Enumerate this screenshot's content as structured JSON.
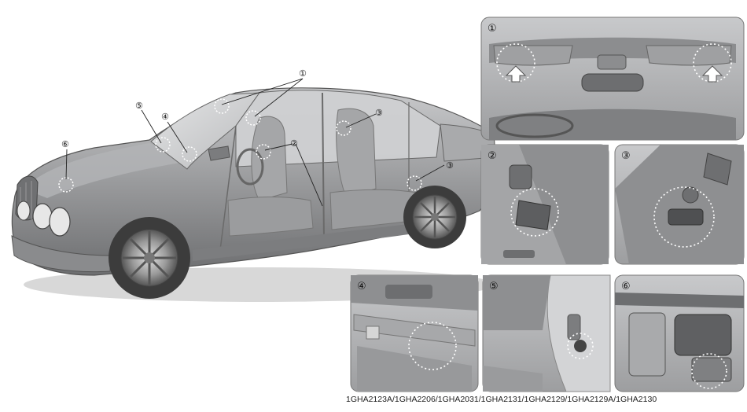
{
  "figure": {
    "callouts": [
      "①",
      "②",
      "③",
      "④",
      "⑤",
      "⑥"
    ],
    "caption": "1GHA2123A/1GHA2206/1GHA2031/1GHA2131/1GHA2129/1GHA2129A/1GHA2130",
    "colors": {
      "background": "#ffffff",
      "car_body": "#8f9092",
      "panel_fill": "#b7b8ba",
      "panel_border": "#7a7a7a",
      "dotted_circle": "#ffffff"
    }
  }
}
